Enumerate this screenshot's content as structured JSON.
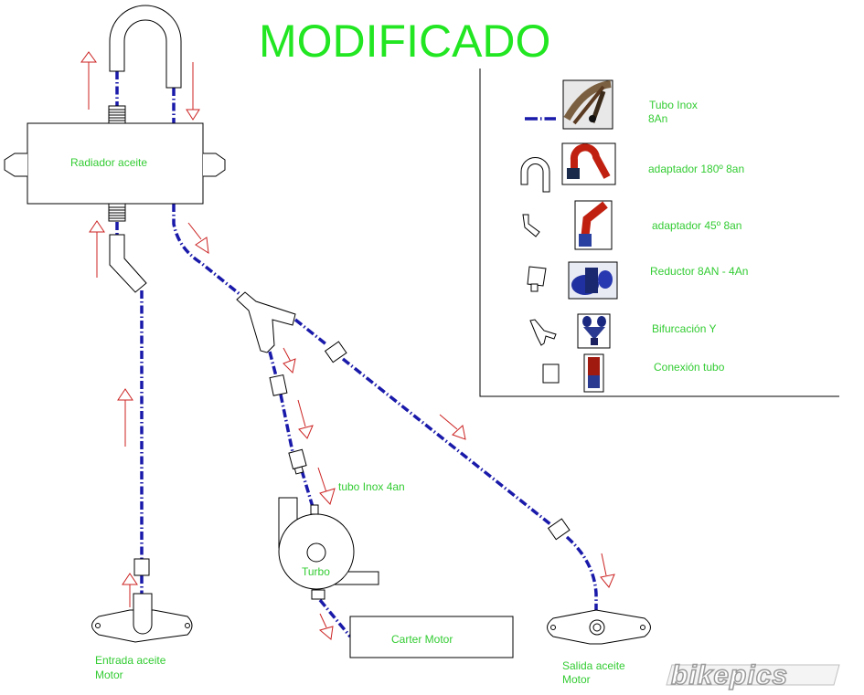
{
  "title": "MODIFICADO",
  "components": {
    "radiator": "Radiador aceite",
    "turbo": "Turbo",
    "carter": "Carter Motor",
    "hose_4an": "tubo Inox 4an",
    "inlet_line1": "Entrada aceite",
    "inlet_line2": "Motor",
    "outlet_line1": "Salida aceite",
    "outlet_line2": "Motor"
  },
  "legend": {
    "items": [
      {
        "icon": "dashed-hose-icon",
        "photo": "braided-hose-photo",
        "label_line1": "Tubo Inox",
        "label_line2": "8An"
      },
      {
        "icon": "u-bend-icon",
        "photo": "red-180-fitting-photo",
        "label_line1": "adaptador 180º 8an"
      },
      {
        "icon": "45-bend-icon",
        "photo": "red-45-fitting-photo",
        "label_line1": "adaptador 45º 8an"
      },
      {
        "icon": "reducer-icon",
        "photo": "blue-reducer-photo",
        "label_line1": "Reductor 8AN - 4An"
      },
      {
        "icon": "y-splitter-icon",
        "photo": "blue-y-fitting-photo",
        "label_line1": "Bifurcación Y"
      },
      {
        "icon": "connector-icon",
        "photo": "red-connector-photo",
        "label_line1": "Conexión tubo"
      }
    ]
  },
  "colors": {
    "label_green": "#33cc33",
    "title_green": "#22e622",
    "hose_blue": "#1a1aaa",
    "flow_arrow_red": "#cc2222"
  },
  "watermark": "bikepics"
}
